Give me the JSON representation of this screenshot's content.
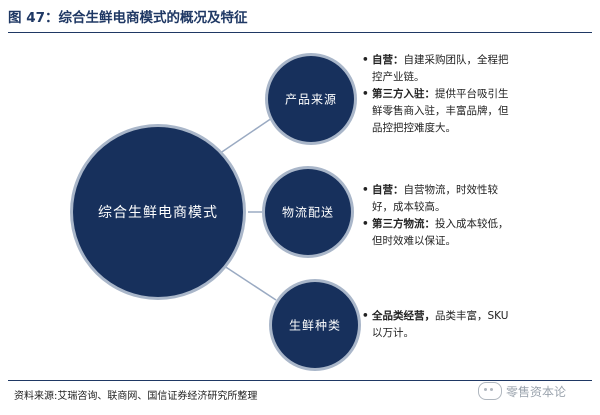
{
  "figure": {
    "title": "图 47：综合生鲜电商模式的概况及特征",
    "source": "资料来源:艾瑞咨询、联商网、国信证券经济研究所整理",
    "watermark": "零售资本论"
  },
  "colors": {
    "node": "#17305c",
    "node_ring": "#a9b6c9",
    "connector": "#9aaac2",
    "title": "#1f3864"
  },
  "nodes": {
    "main": "综合生鲜电商模式",
    "product": "产品来源",
    "logistics": "物流配送",
    "category": "生鲜种类"
  },
  "desc": {
    "product": [
      {
        "bold": "自营：",
        "text": "自建采购团队，全程把控产业链。"
      },
      {
        "bold": "第三方入驻：",
        "text": "提供平台吸引生鲜零售商入驻，丰富品牌，但品控把控难度大。"
      }
    ],
    "logistics": [
      {
        "bold": "自营：",
        "text": "自营物流，时效性较好，成本较高。"
      },
      {
        "bold": "第三方物流：",
        "text": "投入成本较低，但时效难以保证。"
      }
    ],
    "category": [
      {
        "bold": "全品类经营，",
        "text": "品类丰富，SKU以万计。"
      }
    ]
  }
}
